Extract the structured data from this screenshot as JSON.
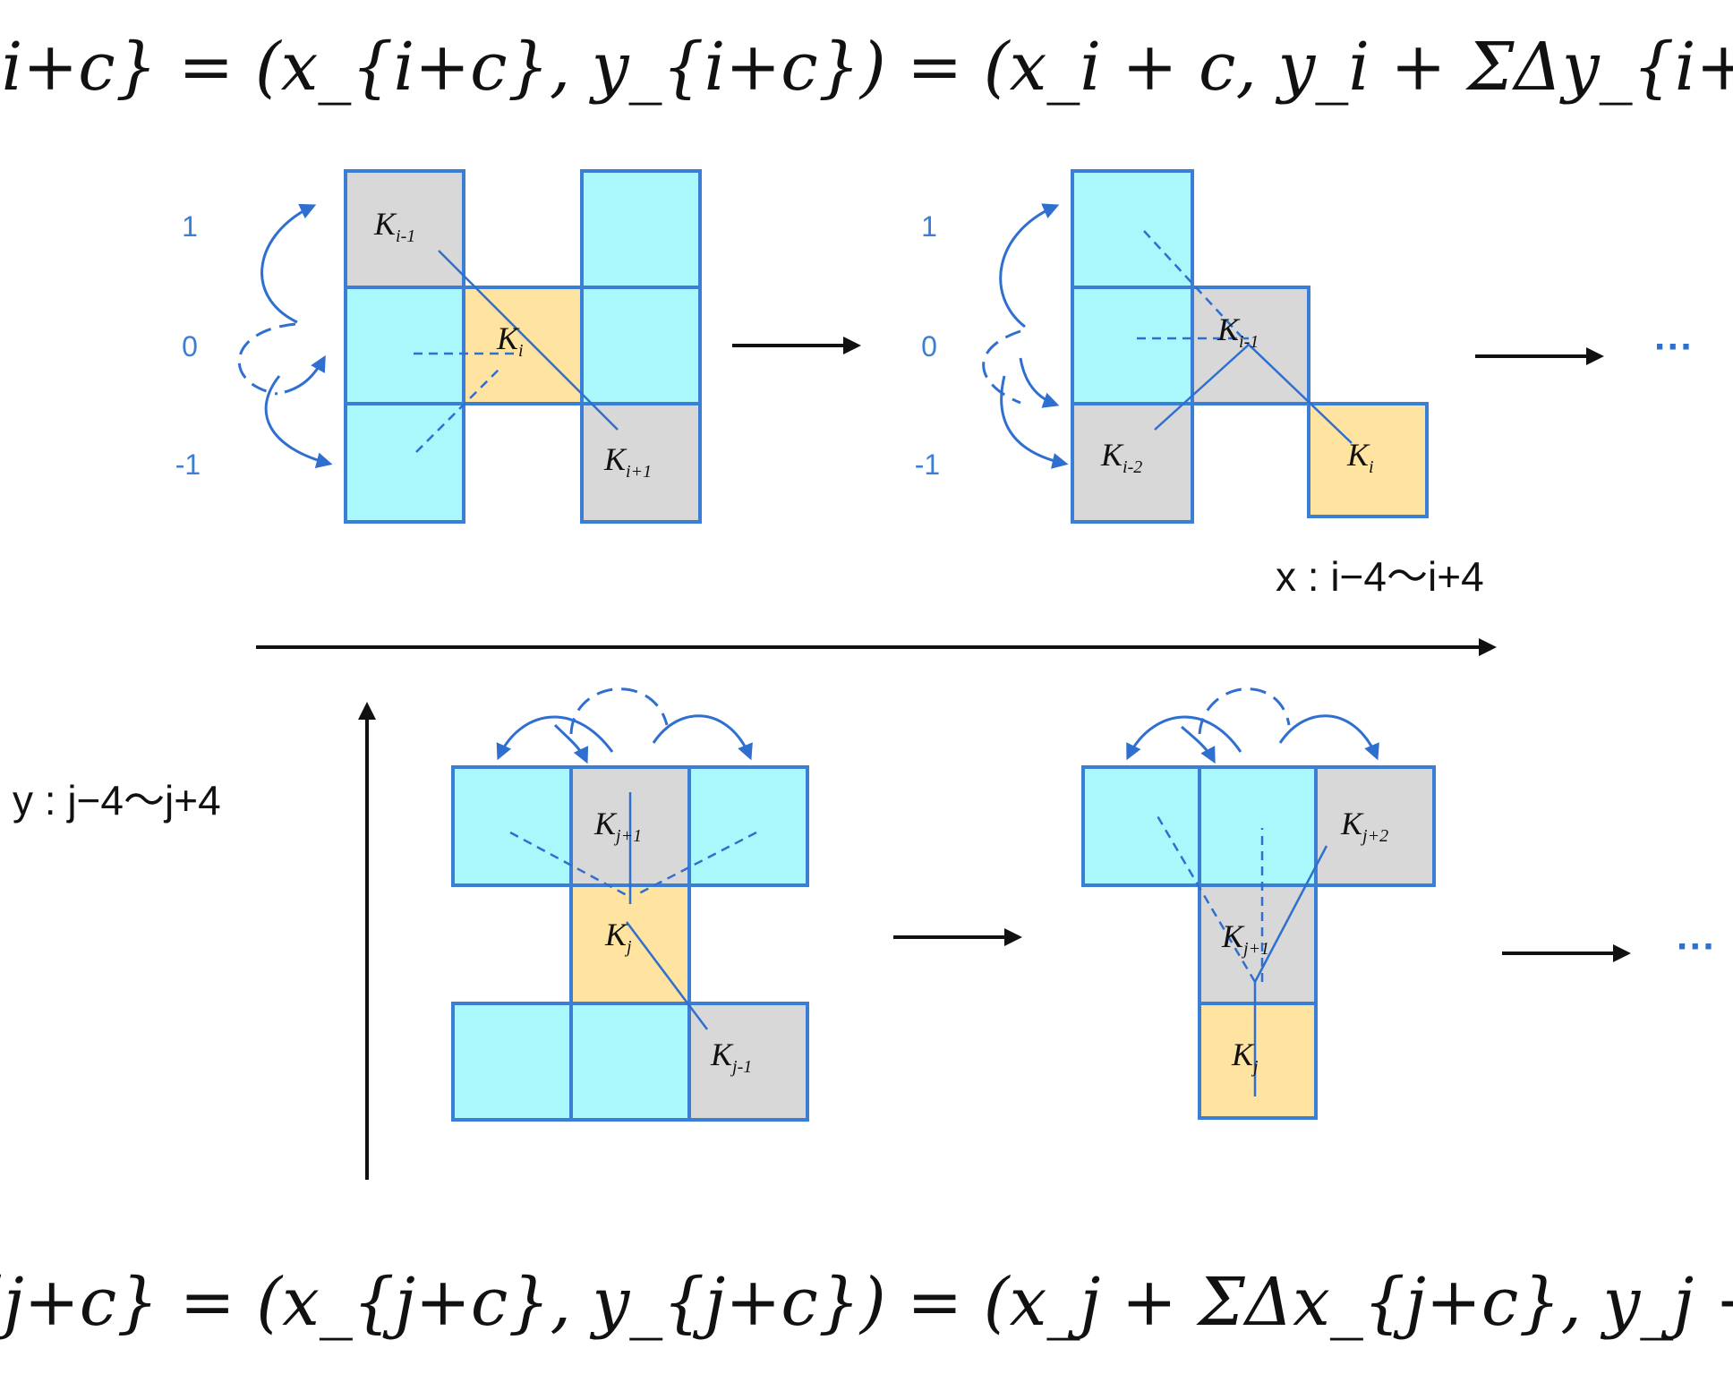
{
  "formulas": {
    "top": "K_{i+c} = (x_{i+c}, y_{i+c}) = (x_i + c, y_i + ΣΔy_{i+c})",
    "bottom": "K_{j+c} = (x_{j+c}, y_{j+c}) = (x_j + ΣΔx_{j+c}, y_j + c)"
  },
  "axes": {
    "x_label": "x : i−4〜i+4",
    "y_label": "y : j−4〜j+4"
  },
  "y_ticks": [
    "1",
    "0",
    "-1"
  ],
  "continuation": "···",
  "cell_colors": {
    "empty": "#aaf8fb",
    "current": "#ffe3a0",
    "neighbor": "#d8d8d8",
    "border": "#3a7fd5"
  },
  "panels": {
    "top_left": {
      "labels": [
        {
          "name": "K",
          "sub": "i-1"
        },
        {
          "name": "K",
          "sub": "i"
        },
        {
          "name": "K",
          "sub": "i+1"
        }
      ]
    },
    "top_right": {
      "labels": [
        {
          "name": "K",
          "sub": "i-1"
        },
        {
          "name": "K",
          "sub": "i-2"
        },
        {
          "name": "K",
          "sub": "i"
        }
      ]
    },
    "bottom_left": {
      "labels": [
        {
          "name": "K",
          "sub": "j+1"
        },
        {
          "name": "K",
          "sub": "j"
        },
        {
          "name": "K",
          "sub": "j-1"
        }
      ]
    },
    "bottom_right": {
      "labels": [
        {
          "name": "K",
          "sub": "j+2"
        },
        {
          "name": "K",
          "sub": "j+1"
        },
        {
          "name": "K",
          "sub": "j"
        }
      ]
    }
  }
}
